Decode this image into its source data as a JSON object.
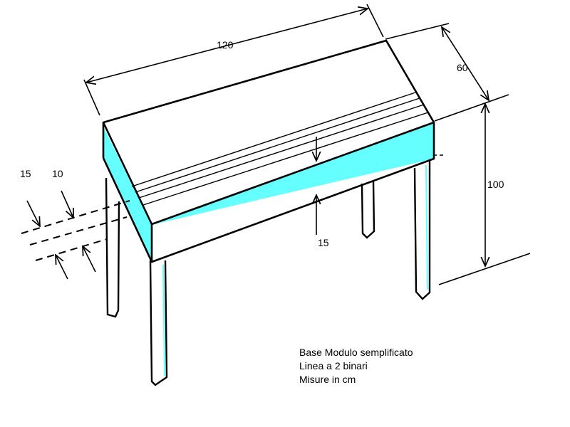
{
  "dimensions": {
    "length": "120",
    "depth": "60",
    "height": "100",
    "skirt_height": "15",
    "left_outer": "15",
    "left_inner": "10"
  },
  "caption": {
    "line1": "Base Modulo semplificato",
    "line2": "Linea a 2 binari",
    "line3": "Misure in cm"
  },
  "colors": {
    "skirt_fill": "#66ffff",
    "line": "#000000"
  }
}
